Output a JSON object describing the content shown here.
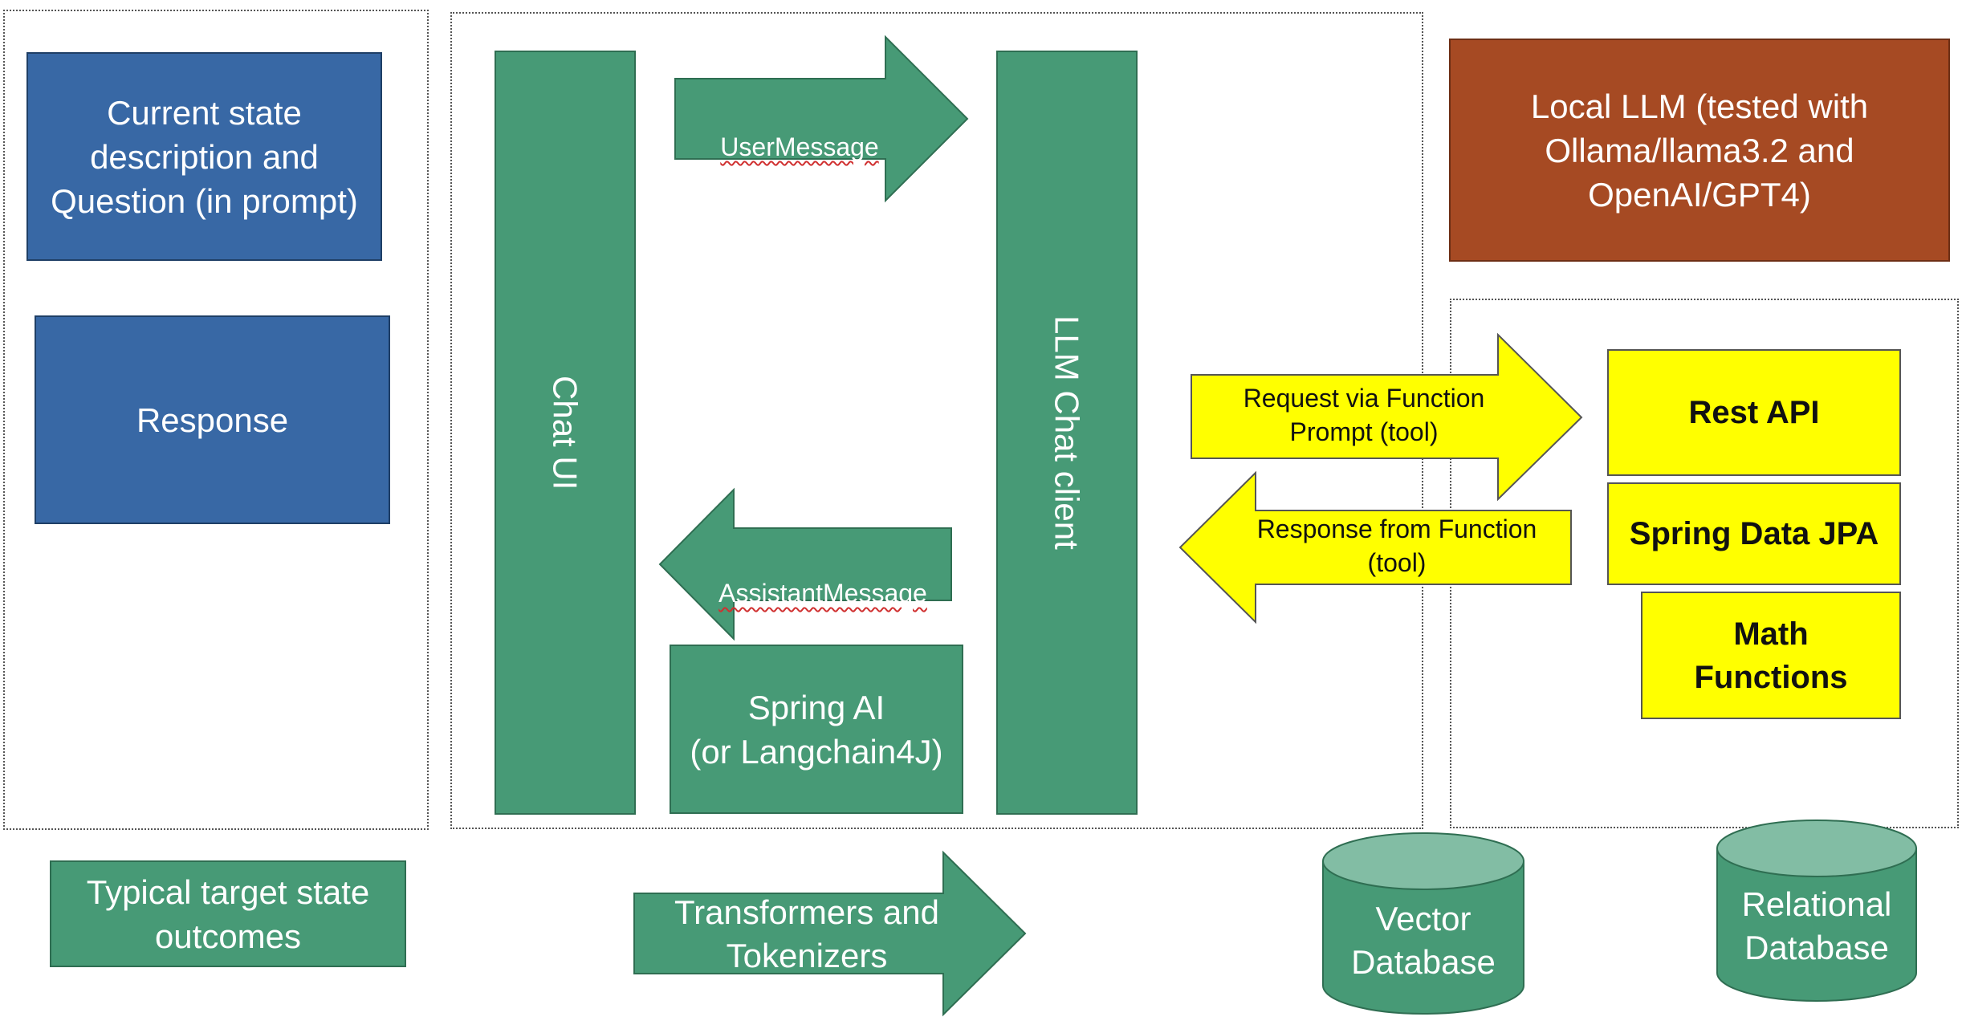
{
  "left_panel": {
    "question_box": "Current state\ndescription and\nQuestion (in prompt)",
    "response_box": "Response"
  },
  "center_panel": {
    "chat_ui": "Chat UI",
    "llm_chat_client": "LLM Chat client",
    "user_message": "UserMessage",
    "assistant_message": "AssistantMessage",
    "spring_ai": "Spring AI\n(or Langchain4J)"
  },
  "right_panel": {
    "local_llm": "Local LLM (tested with\nOllama/llama3.2 and\nOpenAI/GPT4)",
    "request_arrow": "Request via Function\nPrompt (tool)",
    "response_arrow": "Response from Function\n(tool)",
    "rest_api": "Rest API",
    "spring_data_jpa": "Spring Data JPA",
    "math_functions": "Math\nFunctions"
  },
  "bottom_row": {
    "target_outcomes": "Typical target state\noutcomes",
    "transformers": "Transformers and\nTokenizers",
    "vector_db": "Vector\nDatabase",
    "relational_db": "Relational\nDatabase"
  },
  "colors": {
    "blue": "#3868a5",
    "green": "#479a76",
    "rust": "#a64a23",
    "yellow": "#ffff00",
    "cylinder_top": "#82bda4"
  }
}
